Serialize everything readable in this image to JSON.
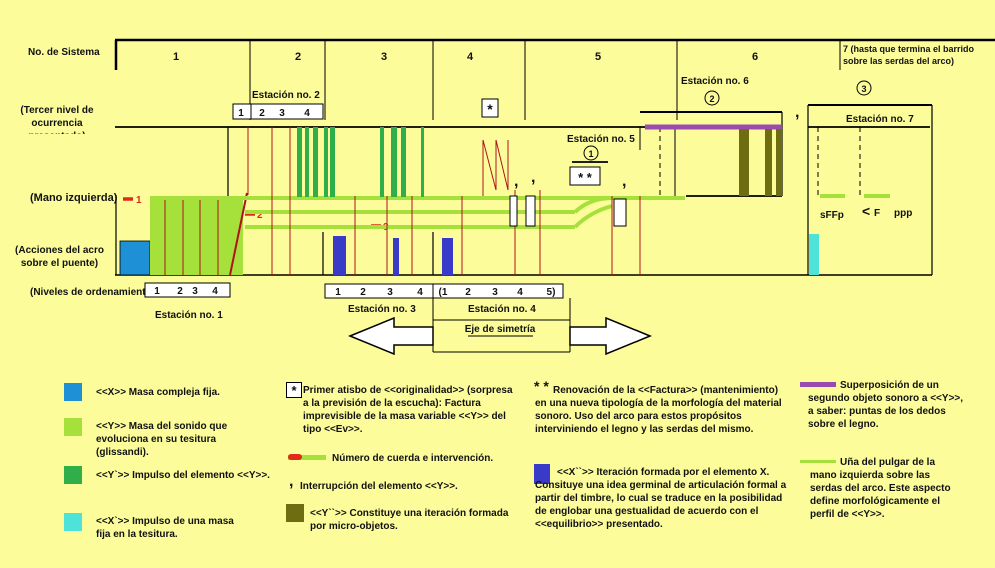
{
  "labels": {
    "no_sistema": "No. de Sistema",
    "tercer_nivel": "(Tercer nivel de ocurrencia presentado)",
    "mano_izquierda": "(Mano izquierda)",
    "acciones_arco": "(Acciones del acro sobre el puente)",
    "niveles_ordenamiento": "(Niveles de ordenamiento)"
  },
  "systems": [
    {
      "label": "1"
    },
    {
      "label": "2"
    },
    {
      "label": "3"
    },
    {
      "label": "4"
    },
    {
      "label": "5"
    },
    {
      "label": "6"
    },
    {
      "label": "7 (hasta que termina el barrido sobre las serdas del arco)"
    }
  ],
  "stations": {
    "s1": "Estación no. 1",
    "s2": "Estación no. 2",
    "s3": "Estación no. 3",
    "s4": "Estación no. 4",
    "s5": "Estación no. 5",
    "s6": "Estación no. 6",
    "s7": "Estación no. 7",
    "eje": "Eje de simetría"
  },
  "level_numbers": {
    "s1": [
      "1",
      "2",
      "3",
      "4"
    ],
    "s2": [
      "1",
      "2",
      "3",
      "4"
    ],
    "s3": [
      "1",
      "2",
      "3",
      "4"
    ],
    "s4": [
      "(1",
      "2",
      "3",
      "4",
      "5)"
    ]
  },
  "markers": {
    "circled_1": "1",
    "circled_2": "2",
    "circled_3": "3",
    "asterisk": "*",
    "double_asterisk": "* *",
    "comma": ",",
    "string_1": "1",
    "string_2": "2",
    "string_3": "3",
    "dyn_sffp": "sFFp",
    "dyn_f": "F",
    "dyn_ppp": "ppp",
    "cresc": "<"
  },
  "colors": {
    "blue": "#1e90d6",
    "lime": "#a6e03a",
    "green": "#2fae4a",
    "cyan": "#4ee3d8",
    "olive": "#6f6d12",
    "purple": "#9b4bb0",
    "violet": "#3a3ac8",
    "red": "#e02a1a",
    "thin_red": "#b0121c"
  },
  "legend": {
    "blue_text": "<<X>> Masa compleja fija.",
    "lime_text": "<<Y>> Masa del sonido que evoluciona en su tesitura (glissandi).",
    "green_text": "<<Y`>> Impulso del elemento <<Y>>.",
    "cyan_text": "<<X`>> Impulso de una masa fija en la tesitura.",
    "asterisk_text": "Primer atisbo de <<originalidad>> (sorpresa a la previsión de la escucha): Factura imprevisible de la masa variable <<Y>> del tipo <<Ev>>.",
    "red_text": "Número de cuerda e intervención.",
    "comma_text": "Interrupción del elemento <<Y>>.",
    "olive_text": "<<Y``>> Constituye una iteración formada por micro-objetos.",
    "dbl_asterisk_text": "Renovación de la <<Factura>> (mantenimiento) en una nueva tipología de la morfología del material sonoro. Uso del arco para estos propósitos interviniendo el legno y las serdas del mismo.",
    "violet_text": "<<X``>> Iteración formada por el elemento X. Consituye una idea germinal de articulación formal a partir del timbre, lo cual se traduce en la posibilidad de englobar una gestualidad de acuerdo con el <<equilibrio>> presentado.",
    "purple_text": "Superposición de un segundo objeto sonoro a <<Y>>, a saber: puntas de los dedos sobre el legno.",
    "nail_text": "Uña del pulgar de la mano izquierda sobre las serdas del arco. Este aspecto define morfológicamente el perfil de <<Y>>."
  }
}
